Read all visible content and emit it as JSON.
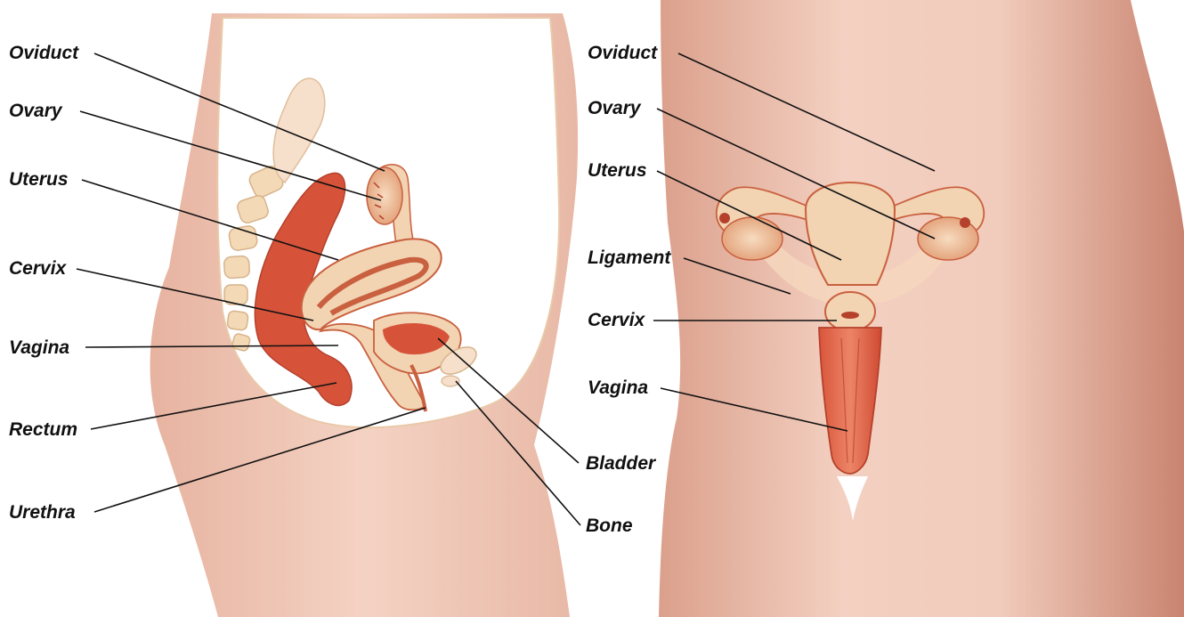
{
  "left_panel": {
    "labels": [
      {
        "id": "oviduct",
        "text": "Oviduct"
      },
      {
        "id": "ovary",
        "text": "Ovary"
      },
      {
        "id": "uterus",
        "text": "Uterus"
      },
      {
        "id": "cervix",
        "text": "Cervix"
      },
      {
        "id": "vagina",
        "text": "Vagina"
      },
      {
        "id": "rectum",
        "text": "Rectum"
      },
      {
        "id": "urethra",
        "text": "Urethra"
      },
      {
        "id": "bladder",
        "text": "Bladder"
      },
      {
        "id": "bone",
        "text": "Bone"
      }
    ]
  },
  "right_panel": {
    "labels": [
      {
        "id": "oviduct",
        "text": "Oviduct"
      },
      {
        "id": "ovary",
        "text": "Ovary"
      },
      {
        "id": "uterus",
        "text": "Uterus"
      },
      {
        "id": "ligament",
        "text": "Ligament"
      },
      {
        "id": "cervix",
        "text": "Cervix"
      },
      {
        "id": "vagina",
        "text": "Vagina"
      }
    ]
  },
  "colors": {
    "skin_light": "#f3cfc0",
    "skin_mid": "#e2a693",
    "skin_dark": "#c98774",
    "organ_red": "#d6533a",
    "organ_pale": "#f2d3b2",
    "organ_outline": "#c9603f",
    "label_text": "#111111"
  }
}
